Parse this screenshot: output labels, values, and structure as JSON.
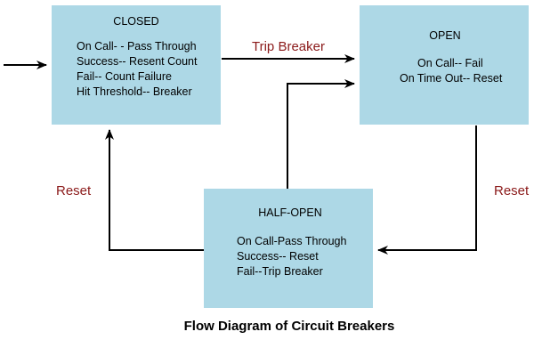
{
  "states": {
    "closed": {
      "title": "CLOSED",
      "lines": [
        "On Call- - Pass Through",
        "Success-- Resent Count",
        "Fail-- Count Failure",
        "Hit Threshold-- Breaker"
      ]
    },
    "open": {
      "title": "OPEN",
      "lines": [
        "On Call-- Fail",
        "On Time Out-- Reset"
      ]
    },
    "half_open": {
      "title": "HALF-OPEN",
      "lines": [
        "On Call-Pass Through",
        "Success-- Reset",
        "Fail--Trip Breaker"
      ]
    }
  },
  "transitions": {
    "closed_to_open": "Trip Breaker",
    "half_open_to_closed": "Reset",
    "open_to_half_open": "Reset"
  },
  "caption": "Flow Diagram of Circuit Breakers",
  "colors": {
    "box_fill": "#add8e6",
    "arrow": "#000000",
    "edge_label": "#8b1a1a"
  }
}
